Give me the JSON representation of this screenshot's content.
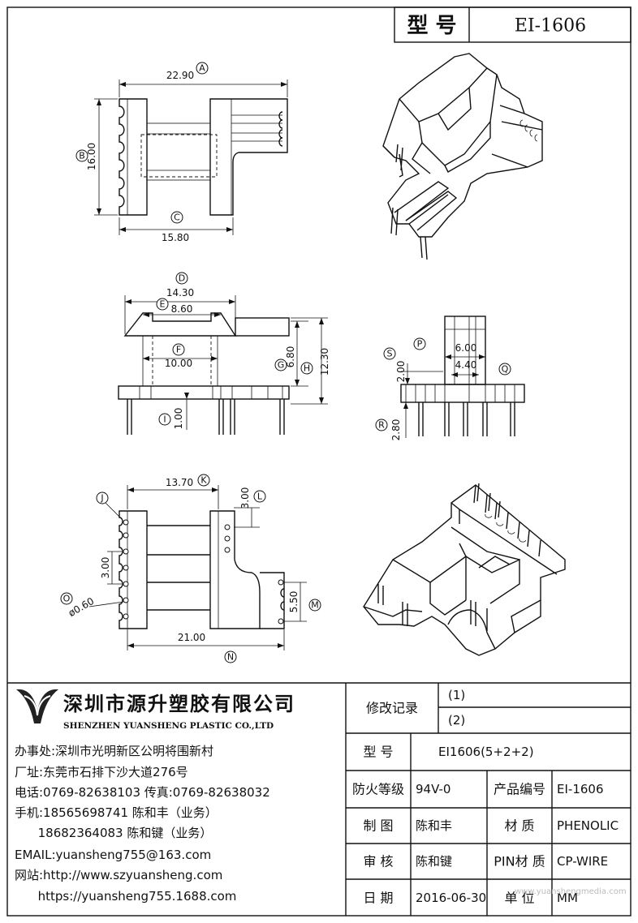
{
  "header": {
    "model_label": "型 号",
    "model_value": "EI-1606"
  },
  "drawing": {
    "labels": {
      "A": "A",
      "B": "B",
      "C": "C",
      "D": "D",
      "E": "E",
      "F": "F",
      "G": "G",
      "H": "H",
      "I": "I",
      "J": "J",
      "K": "K",
      "L": "L",
      "M": "M",
      "N": "N",
      "O": "O",
      "P": "P",
      "Q": "Q",
      "R": "R",
      "S": "S"
    },
    "dims": {
      "A": "22.90",
      "B": "16.00",
      "C": "15.80",
      "D": "14.30",
      "E": "8.60",
      "F": "10.00",
      "G": "6.80",
      "H": "12.30",
      "I": "1.00",
      "S": "2.00",
      "P": "6.00",
      "Q": "4.40",
      "R": "2.80",
      "K": "13.70",
      "L": "3.00",
      "J_pitch": "3.00",
      "O": "ø0.60",
      "M": "5.50",
      "N": "21.00"
    }
  },
  "company": {
    "name_cn": "深圳市源升塑胶有限公司",
    "name_en": "SHENZHEN YUANSHENG PLASTIC CO.,LTD",
    "lines": [
      "办事处:深圳市光明新区公明将围新村",
      "厂址:东莞市石排下沙大道276号",
      "电话:0769-82638103  传真:0769-82638032",
      "手机:18565698741 陈和丰（业务）",
      "      18682364083 陈和键（业务）",
      "EMAIL:yuansheng755@163.com",
      "网站:http://www.szyuansheng.com",
      "      https://yuansheng755.1688.com"
    ]
  },
  "table": {
    "revision_label": "修改记录",
    "revision_1": "(1)",
    "revision_2": "(2)",
    "model_label": "型 号",
    "model_value": "EI1606(5+2+2)",
    "fire_label": "防火等级",
    "fire_value": "94V-0",
    "product_no_label": "产品编号",
    "product_no_value": "EI-1606",
    "drawn_label": "制 图",
    "drawn_value": "陈和丰",
    "material_label": "材 质",
    "material_value": "PHENOLIC",
    "review_label": "审 核",
    "review_value": "陈和键",
    "pin_material_label": "PIN材 质",
    "pin_material_value": "CP-WIRE",
    "date_label": "日 期",
    "date_value": "2016-06-30",
    "unit_label": "单 位",
    "unit_value": "MM"
  },
  "watermark": "www.yuanshengmedia.com"
}
